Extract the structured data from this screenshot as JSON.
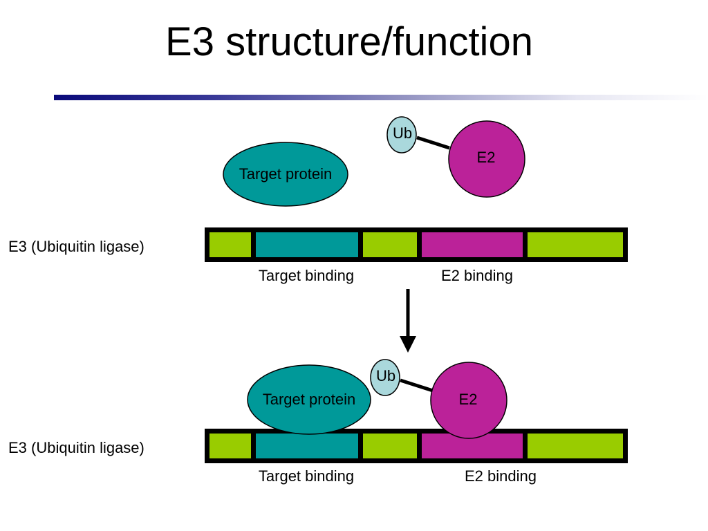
{
  "slide": {
    "title": "E3 structure/function"
  },
  "diagram": {
    "top": {
      "target_protein": "Target protein",
      "ub": "Ub",
      "e2": "E2",
      "e3_label": "E3 (Ubiquitin ligase)",
      "target_binding": "Target binding",
      "e2_binding": "E2 binding"
    },
    "bottom": {
      "target_protein": "Target protein",
      "ub": "Ub",
      "e2": "E2",
      "e3_label": "E3 (Ubiquitin ligase)",
      "target_binding": "Target binding",
      "e2_binding": "E2 binding"
    }
  },
  "colors": {
    "teal": "#009999",
    "magenta": "#bb2299",
    "lime": "#99cc00",
    "ub_fill": "#aad8dc",
    "outline": "#000000",
    "title_rule": "#0a0a7a"
  }
}
